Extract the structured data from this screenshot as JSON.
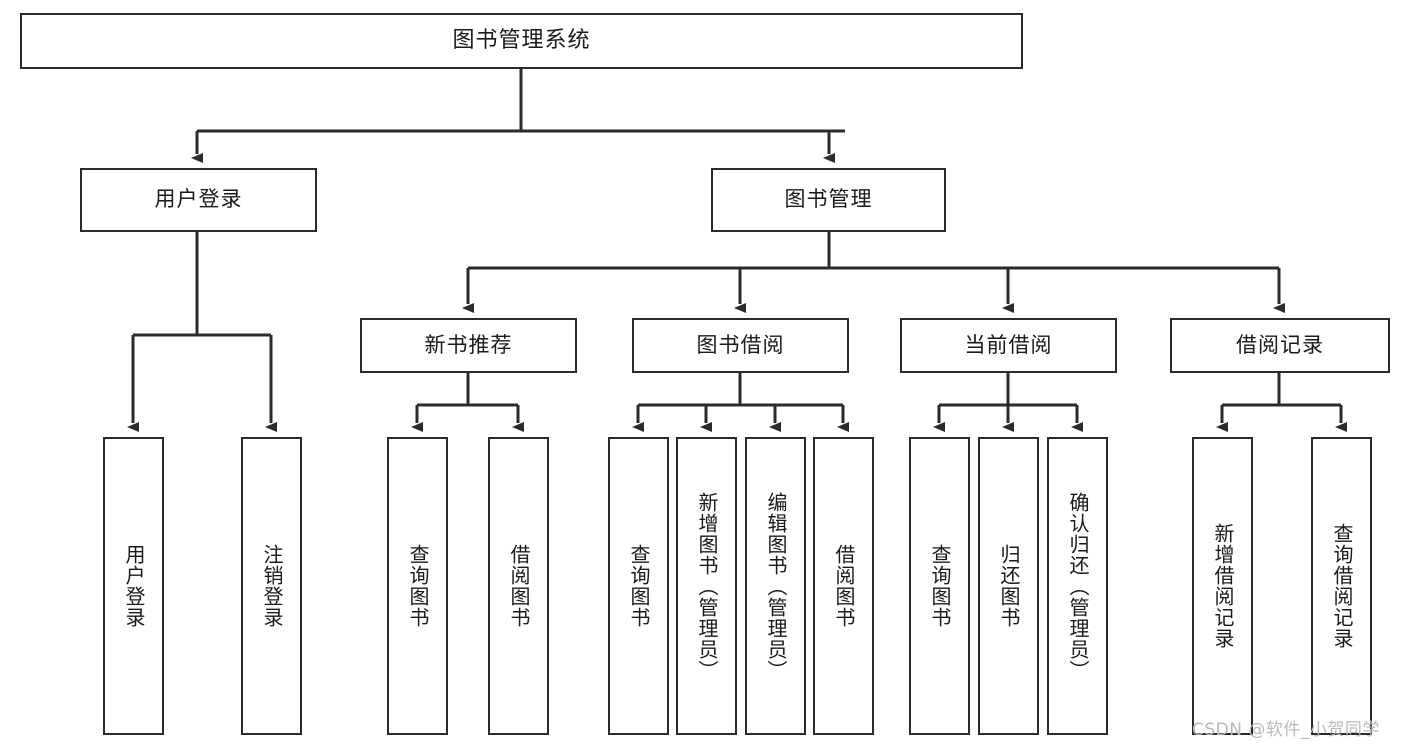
{
  "diagram": {
    "type": "hierarchy-tree",
    "root": {
      "label": "图书管理系统"
    },
    "level2": [
      {
        "label": "用户登录"
      },
      {
        "label": "图书管理"
      }
    ],
    "level3": [
      {
        "label": "新书推荐"
      },
      {
        "label": "图书借阅"
      },
      {
        "label": "当前借阅"
      },
      {
        "label": "借阅记录"
      }
    ],
    "leaves": {
      "user_login": [
        {
          "label": "用户登录"
        },
        {
          "label": "注销登录"
        }
      ],
      "new_book_recommend": [
        {
          "label": "查询图书"
        },
        {
          "label": "借阅图书"
        }
      ],
      "book_borrow": [
        {
          "label": "查询图书"
        },
        {
          "label": "新增图书（管理员）"
        },
        {
          "label": "编辑图书（管理员）"
        },
        {
          "label": "借阅图书"
        }
      ],
      "current_borrow": [
        {
          "label": "查询图书"
        },
        {
          "label": "归还图书"
        },
        {
          "label": "确认归还（管理员）"
        }
      ],
      "borrow_record": [
        {
          "label": "新增借阅记录"
        },
        {
          "label": "查询借阅记录"
        }
      ]
    }
  },
  "watermark": {
    "text": "CSDN @软件_小贺同学"
  },
  "colors": {
    "border": "#2b2b2b",
    "background": "#ffffff",
    "text": "#1a1a1a",
    "watermark": "#b9b9b9"
  }
}
